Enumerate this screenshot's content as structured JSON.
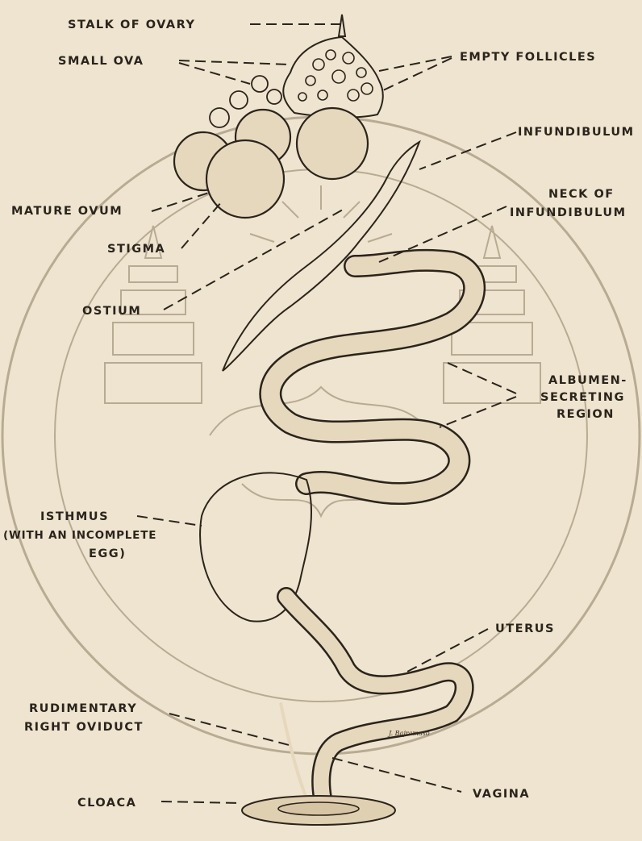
{
  "labels": {
    "stalk_of_ovary": "STALK OF OVARY",
    "small_ova": "SMALL OVA",
    "empty_follicles": "EMPTY FOLLICLES",
    "infundibulum": "INFUNDIBULUM",
    "mature_ovum": "MATURE OVUM",
    "neck_of_infundibulum": [
      "NECK OF",
      "INFUNDIBULUM"
    ],
    "stigma": "STIGMA",
    "ostium": "OSTIUM",
    "albumen_secreting_region": [
      "ALBUMEN-",
      "SECRETING",
      "REGION"
    ],
    "isthmus": [
      "ISTHMUS",
      "(WITH AN INCOMPLETE",
      "EGG)"
    ],
    "uterus": "UTERUS",
    "rudimentary_right_oviduct": [
      "RUDIMENTARY",
      "RIGHT OVIDUCT"
    ],
    "vagina": "VAGINA",
    "cloaca": "CLOACA"
  },
  "artist_signature": "J. Bajramaso",
  "colors": {
    "paper": "#efe4cf",
    "ink": "#2a241c",
    "watermark": "#b8ab93",
    "organ_fill": "#e6d8bd"
  }
}
